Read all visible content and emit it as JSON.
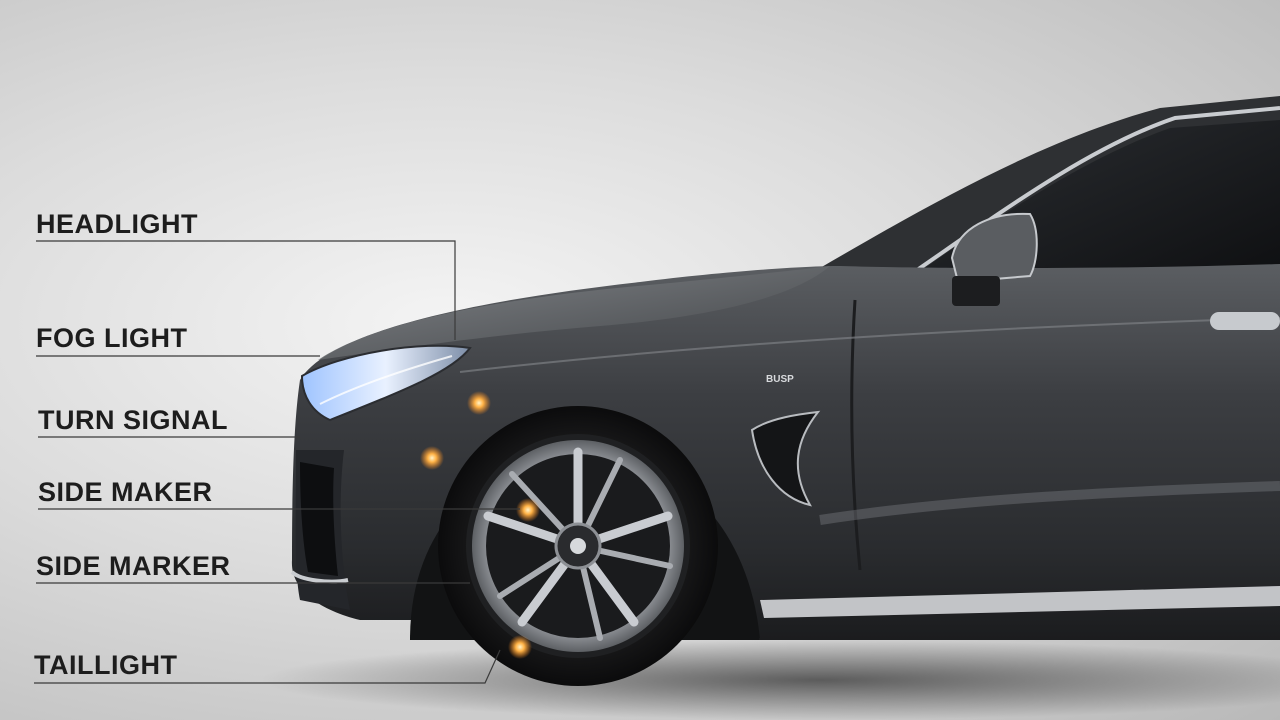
{
  "labels": {
    "headlight": "HEADLIGHT",
    "fog_light": "FOG LIGHT",
    "turn_signal": "TURN SIGNAL",
    "side_maker": "SIDE MAKER",
    "side_marker": "SIDE MARKER",
    "taillight": "TAILLIGHT"
  },
  "badge_text": "BUSP",
  "colors": {
    "body_paint": "#3a3c3f",
    "label_text": "#1d1d1d",
    "leader_line": "#3a3a3a",
    "lamp_glow": "#ff9a2e"
  }
}
